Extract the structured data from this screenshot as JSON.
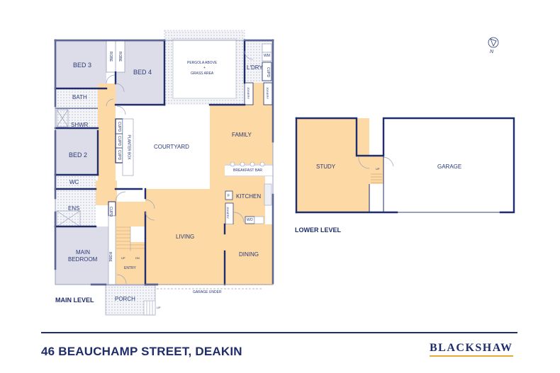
{
  "plan": {
    "address": "46 BEAUCHAMP STREET, DEAKIN",
    "brand": "BLACKSHAW",
    "compass": {
      "icon": "north-arrow-icon",
      "label": "N"
    },
    "colors": {
      "wall": "#1f2d6b",
      "living_area": "#fdd9a6",
      "bed_area": "#dcdde8",
      "wet_area": "#eef0f5",
      "outdoor": "#ffffff",
      "brand_underline": "#e8a93a"
    }
  },
  "main_level": {
    "label": "MAIN LEVEL",
    "rooms": {
      "bed3": "BED 3",
      "bed4": "BED 4",
      "robe1": "ROBE",
      "robe2": "ROBE",
      "bath": "BATH",
      "shwr": "SHWR",
      "bed2": "BED 2",
      "wc": "WC",
      "ens": "ENS",
      "main_bedroom_1": "MAIN",
      "main_bedroom_2": "BEDROOM",
      "robe3": "ROBE",
      "cupd_entry": "CUPD",
      "entry": "ENTRY",
      "stair_up": "UP",
      "stair_dn": "DN",
      "porch": "PORCH",
      "porch_up": "UP",
      "pergola_1": "PERGOLA ABOVE",
      "pergola_2": "+",
      "pergola_3": "GRASS AREA",
      "laundry": "L'DRY",
      "wm": "WM",
      "cupd_laundry": "CUPD",
      "joinery1": "JOINERY",
      "joinery2": "JOINERY",
      "courtyard": "COURTYARD",
      "cupd1": "CUPD",
      "cupd2": "CUPD",
      "cupd3": "CUPD",
      "planter": "PLANTER BOX",
      "family": "FAMILY",
      "breakfast_bar": "BREAKFAST BAR",
      "kitchen": "KITCHEN",
      "fridge": "F",
      "joinery3": "JOINERY",
      "wall_oven": "WO",
      "living": "LIVING",
      "dining": "DINING",
      "garage_under": "GARAGE UNDER"
    }
  },
  "lower_level": {
    "label": "LOWER LEVEL",
    "rooms": {
      "study": "STUDY",
      "garage": "GARAGE",
      "stair_up": "UP"
    }
  }
}
